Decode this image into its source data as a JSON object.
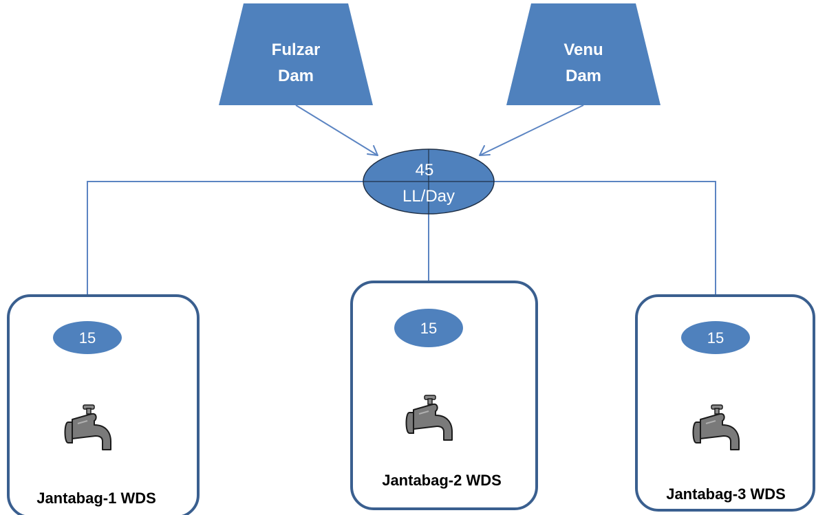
{
  "sources": [
    {
      "line1": "Fulzar",
      "line2": "Dam"
    },
    {
      "line1": "Venu",
      "line2": "Dam"
    }
  ],
  "hub": {
    "value": "45",
    "unit": "LL/Day"
  },
  "systems": [
    {
      "allocation": "15",
      "name": "Jantabag-1 WDS"
    },
    {
      "allocation": "15",
      "name": "Jantabag-2 WDS"
    },
    {
      "allocation": "15",
      "name": "Jantabag-3 WDS"
    }
  ],
  "colors": {
    "shape_fill": "#4f81bd",
    "arrow": "#5b84c2",
    "box_border": "#3a5f8f",
    "hub_outline": "#1f2f45",
    "tap_body": "#7a7a7a",
    "tap_outline": "#1a1a1a"
  },
  "icons": [
    "water-tap-icon"
  ]
}
